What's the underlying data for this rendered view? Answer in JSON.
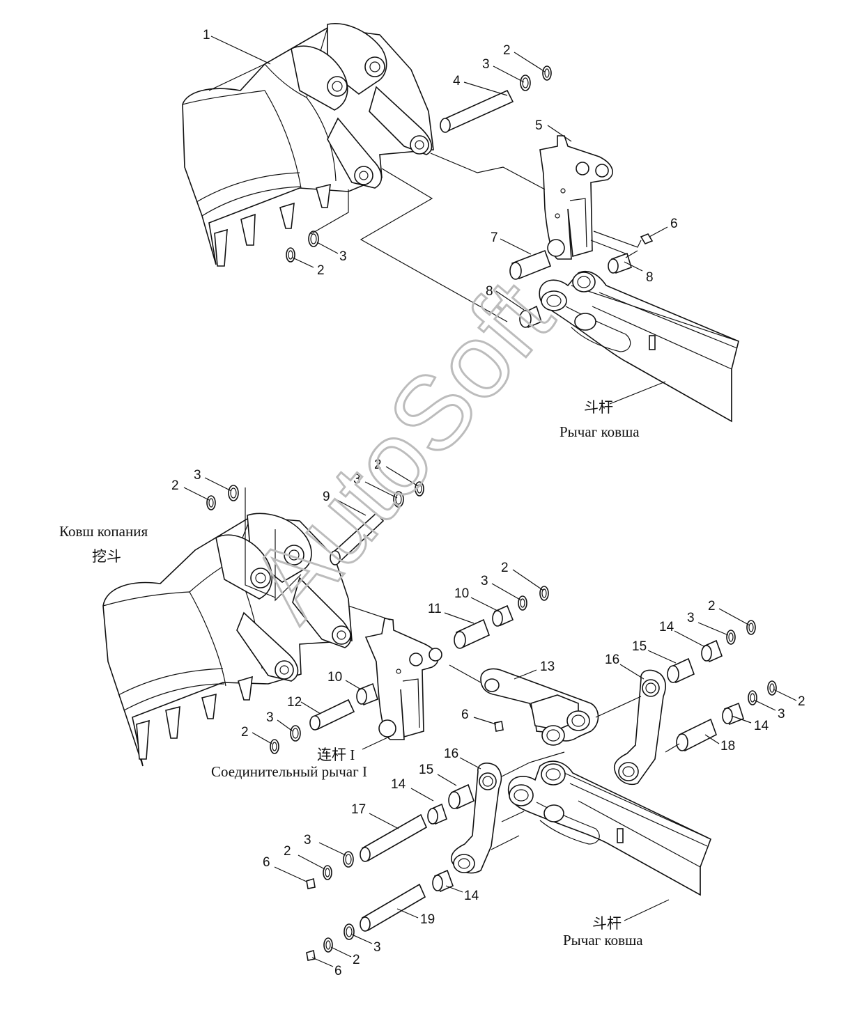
{
  "labels": {
    "top_arm_cn": "斗杆",
    "top_arm_ru": "Рычаг ковша",
    "bucket_ru": "Ковш копания",
    "bucket_cn": "挖斗",
    "link_cn": "连杆 I",
    "link_ru": "Соединительный рычаг I",
    "bottom_arm_cn": "斗杆",
    "bottom_arm_ru": "Рычаг ковша"
  },
  "watermark": "AutoSoft",
  "callouts": {
    "c01": "1",
    "c02": "2",
    "c03": "3",
    "c04": "4",
    "c05": "5",
    "c06": "6",
    "c07": "7",
    "c08": "8",
    "c09": "3",
    "c10": "2",
    "c11": "8",
    "c12": "2",
    "c13": "3",
    "c14": "2",
    "c15": "3",
    "c16": "9",
    "c17": "2",
    "c18": "3",
    "c19": "10",
    "c20": "11",
    "c21": "2",
    "c22": "14",
    "c23": "3",
    "c24": "15",
    "c25": "16",
    "c26": "13",
    "c27": "10",
    "c28": "12",
    "c29": "3",
    "c30": "2",
    "c31": "6",
    "c32": "2",
    "c33": "3",
    "c34": "14",
    "c35": "18",
    "c36": "16",
    "c37": "15",
    "c38": "14",
    "c39": "17",
    "c40": "3",
    "c41": "2",
    "c42": "6",
    "c43": "14",
    "c44": "19",
    "c45": "3",
    "c46": "2",
    "c47": "6"
  }
}
